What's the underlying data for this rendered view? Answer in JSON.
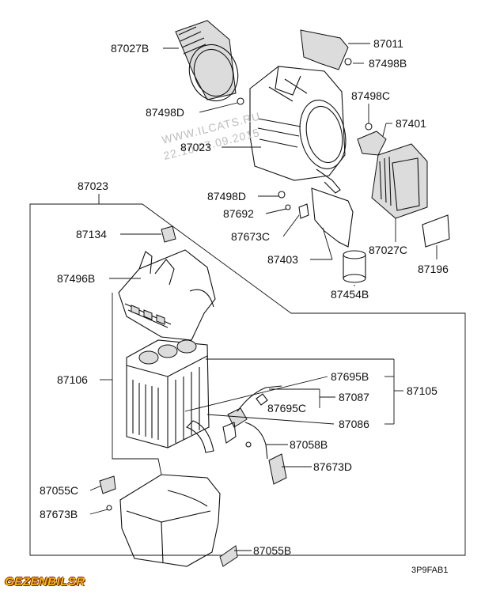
{
  "diagram": {
    "labels": {
      "l87027B": "87027B",
      "l87011": "87011",
      "l87498B": "87498B",
      "l87498D_top": "87498D",
      "l87498C": "87498C",
      "l87401": "87401",
      "l87023_top": "87023",
      "l87498D_mid": "87498D",
      "l87692": "87692",
      "l87673C": "87673C",
      "l87403": "87403",
      "l87027C": "87027C",
      "l87196": "87196",
      "l87454B": "87454B",
      "l87023_frame": "87023",
      "l87134": "87134",
      "l87496B": "87496B",
      "l87106": "87106",
      "l87695B": "87695B",
      "l87087": "87087",
      "l87105": "87105",
      "l87695C": "87695C",
      "l87086": "87086",
      "l87058B": "87058B",
      "l87673D": "87673D",
      "l87055C": "87055C",
      "l87673B": "87673B",
      "l87055B": "87055B"
    },
    "code": "3P9FAB1",
    "watermark_line1": "WWW.ILCATS.RU",
    "watermark_line2": "22.10.07.09.2015"
  },
  "logo": {
    "text": "GEZENBILSR",
    "colors": {
      "fill": "#f2c200",
      "outline": "#7a1200"
    }
  }
}
